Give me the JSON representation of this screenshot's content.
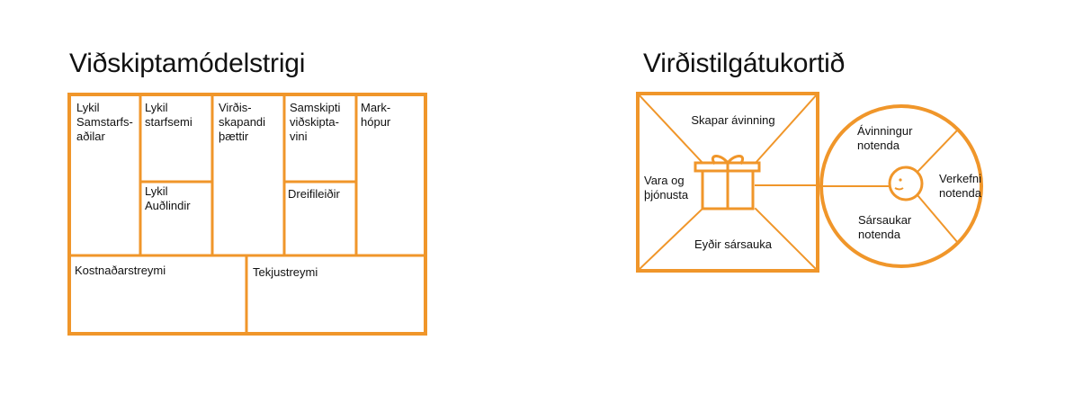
{
  "canvas": {
    "title": "Viðskiptamódelstrigi",
    "blocks": {
      "key_partners": "Lykil\nSamstarfs-\naðilar",
      "key_activities": "Lykil\nstarfsemi",
      "key_resources": "Lykil\nAuðlindir",
      "value_propositions": "Virðis-\nskapandi\nþættir",
      "customer_relationships": "Samskipti\nviðskipta-\nvini",
      "channels": "Dreifileiðir",
      "customer_segments": "Mark-\nhópur",
      "cost_structure": "Kostnaðarstreymi",
      "revenue_streams": "Tekjustreymi"
    }
  },
  "map": {
    "title": "Virðistilgátukortið",
    "square": {
      "gain_creators": "Skapar ávinning",
      "products_services": "Vara og\nþjónusta",
      "pain_relievers": "Eyðir sársauka"
    },
    "circle": {
      "gains": "Ávinningur\nnotenda",
      "jobs": "Verkefni\nnotenda",
      "pains": "Sársaukar\nnotenda"
    }
  },
  "colors": {
    "accent": "#f0962a",
    "text": "#111111"
  }
}
